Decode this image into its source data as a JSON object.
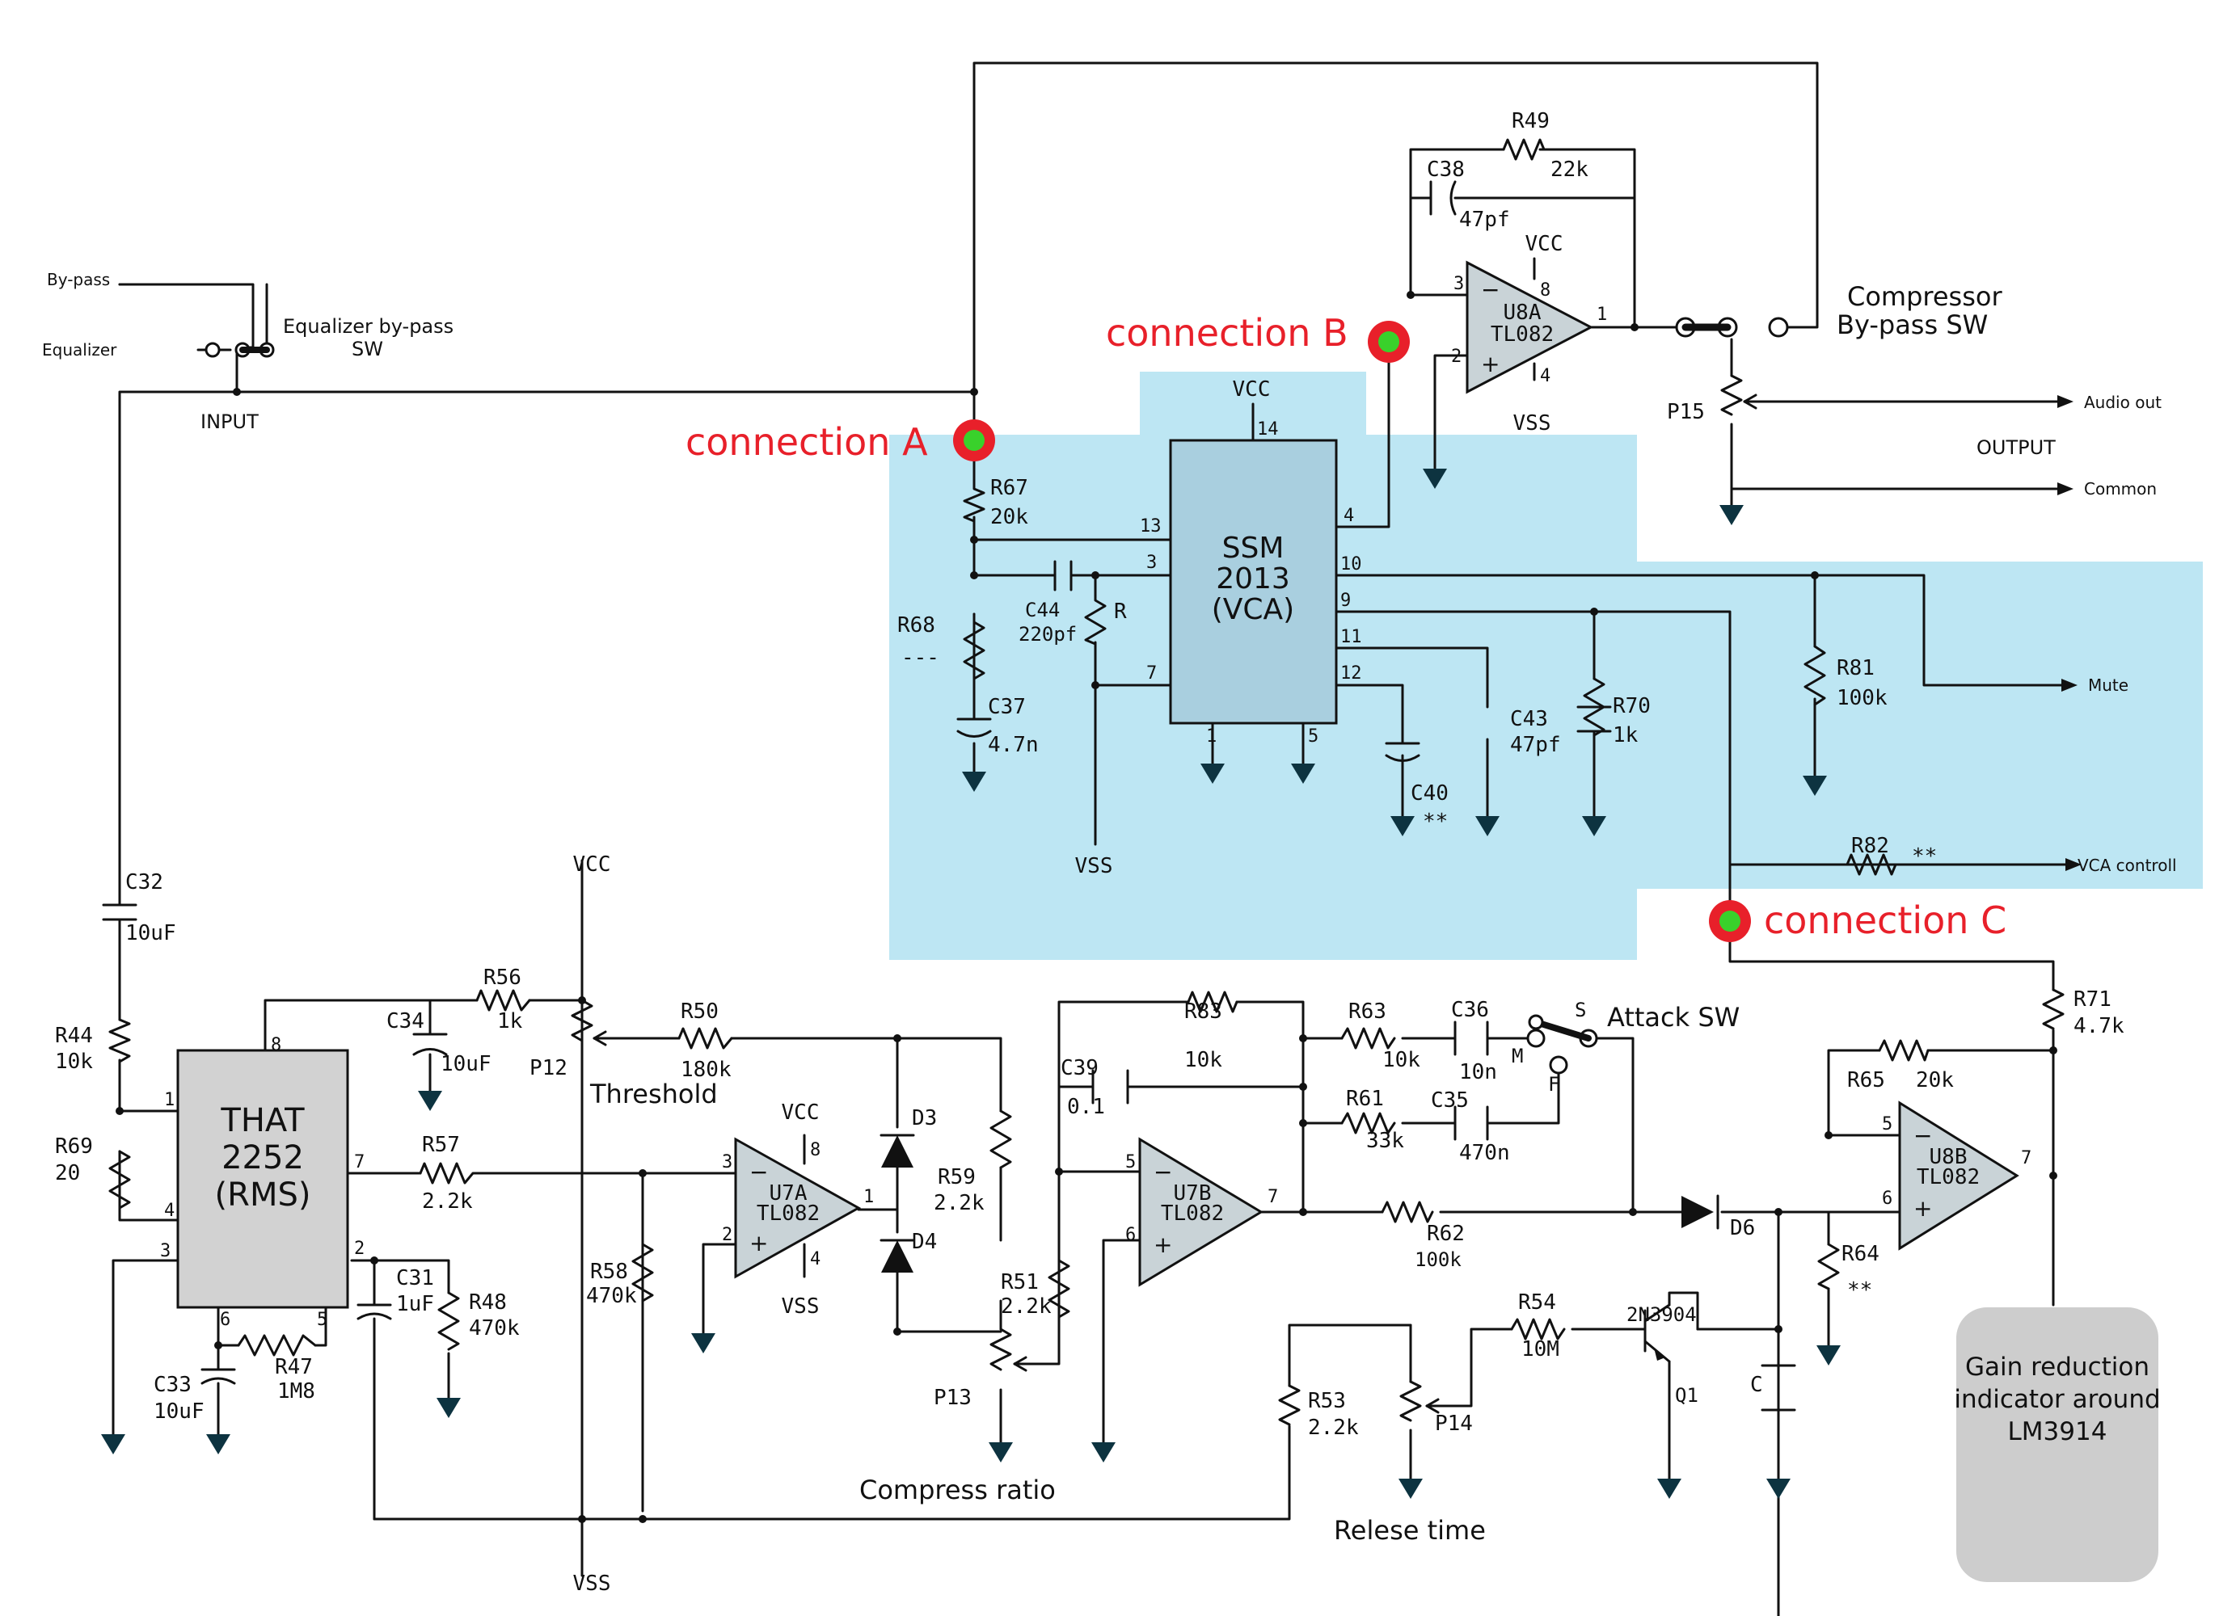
{
  "labels": {
    "bypass": "By-pass",
    "equalizer": "Equalizer",
    "eq_sw_1": "Equalizer by-pass",
    "eq_sw_2": "SW",
    "input": "INPUT",
    "conn_a": "connection A",
    "conn_b": "connection B",
    "conn_c": "connection C",
    "comp_bypass_1": "Compressor",
    "comp_bypass_2": "By-pass SW",
    "audio_out": "Audio out",
    "output": "OUTPUT",
    "common": "Common",
    "mute": "Mute",
    "vca_control": "VCA controll",
    "threshold": "Threshold",
    "compress_ratio": "Compress ratio",
    "release_time": "Relese time",
    "attack_sw": "Attack SW",
    "gain_1": "Gain reduction",
    "gain_2": "indicator around",
    "gain_3": "LM3914"
  },
  "ics": {
    "ssm_1": "SSM",
    "ssm_2": "2013",
    "ssm_3": "(VCA)",
    "that_1": "THAT",
    "that_2": "2252",
    "that_3": "(RMS)"
  },
  "opamps": {
    "u8a": "U8A",
    "u7a": "U7A",
    "u7b": "U7B",
    "u8b": "U8B",
    "type": "TL082"
  },
  "power": {
    "vcc": "VCC",
    "vss": "VSS"
  },
  "parts": {
    "R49": "R49",
    "R49v": "22k",
    "C38": "C38",
    "C38v": "47pf",
    "R67": "R67",
    "R67v": "20k",
    "R68": "R68",
    "R68v": "---",
    "C44": "C44",
    "C44v": "220pf",
    "R": "R",
    "C37": "C37",
    "C37v": "4.7n",
    "C40": "C40",
    "C40v": "**",
    "C43": "C43",
    "C43v": "47pf",
    "R70": "R70",
    "R70v": "1k",
    "R81": "R81",
    "R81v": "100k",
    "R82": "R82",
    "R82v": "**",
    "P15": "P15",
    "P12": "P12",
    "P13": "P13",
    "P14": "P14",
    "C32": "C32",
    "C32v": "10uF",
    "R44": "R44",
    "R44v": "10k",
    "R69": "R69",
    "R69v": "20",
    "R56": "R56",
    "R56v": "1k",
    "C34": "C34",
    "C34v": "10uF",
    "R50": "R50",
    "R50v": "180k",
    "R57": "R57",
    "R57v": "2.2k",
    "R58": "R58",
    "R58v": "470k",
    "C31": "C31",
    "C31v": "1uF",
    "R48": "R48",
    "R48v": "470k",
    "R47": "R47",
    "R47v": "1M8",
    "C33": "C33",
    "C33v": "10uF",
    "D3": "D3",
    "D4": "D4",
    "D6": "D6",
    "R59": "R59",
    "R59v": "2.2k",
    "R51": "R51",
    "R51v": "2.2k",
    "R83": "R83",
    "R83v": "10k",
    "C39": "C39",
    "C39v": "0.1",
    "R63": "R63",
    "R63v": "10k",
    "C36": "C36",
    "C36v": "10n",
    "R61": "R61",
    "R61v": "33k",
    "C35": "C35",
    "C35v": "470n",
    "R62": "R62",
    "R62v": "100k",
    "R53": "R53",
    "R53v": "2.2k",
    "R54": "R54",
    "R54v": "10M",
    "Q1": "Q1",
    "Q1v": "2N3904",
    "C": "C",
    "R65": "R65",
    "R65v": "20k",
    "R64": "R64",
    "R64v": "**",
    "R71": "R71",
    "R71v": "4.7k",
    "S": "S",
    "M": "M",
    "F": "F"
  },
  "pins": {
    "p14": "14",
    "p13": "13",
    "p3": "3",
    "p7": "7",
    "p1": "1",
    "p5": "5",
    "p4": "4",
    "p10": "10",
    "p9": "9",
    "p11": "11",
    "p12": "12",
    "p8": "8",
    "p2": "2",
    "p6": "6"
  },
  "colors": {
    "highlight": "#bde6f3",
    "connection": "#e8202a",
    "connection_center": "#39d12b"
  }
}
